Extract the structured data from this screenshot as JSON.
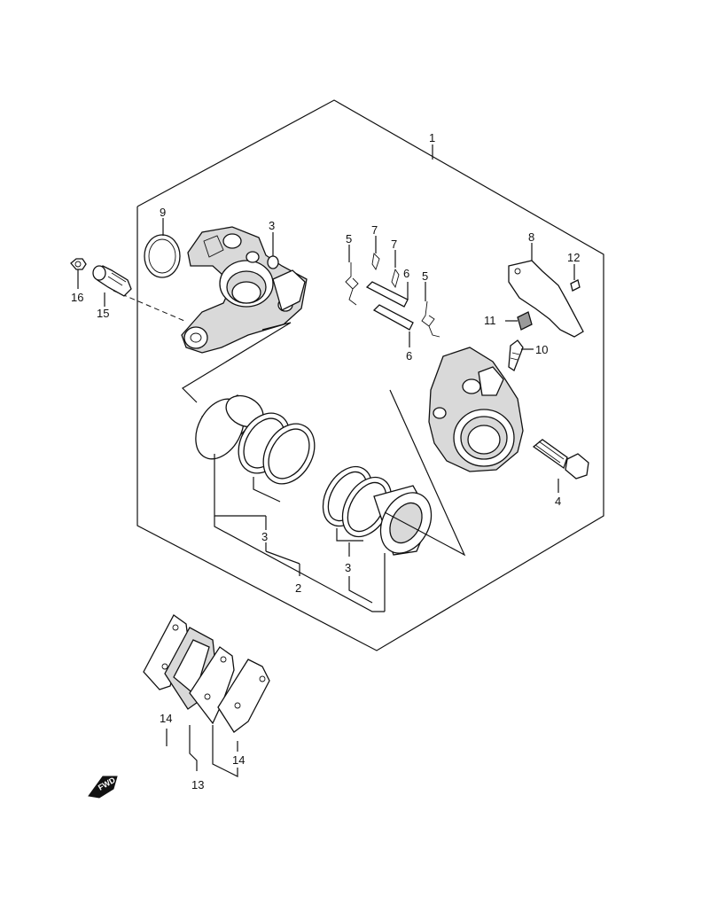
{
  "callouts": {
    "c1": "1",
    "c2": "2",
    "c3a": "3",
    "c3b": "3",
    "c3c": "3",
    "c4": "4",
    "c5a": "5",
    "c5b": "5",
    "c6a": "6",
    "c6b": "6",
    "c7a": "7",
    "c7b": "7",
    "c8": "8",
    "c9": "9",
    "c10": "10",
    "c11": "11",
    "c12": "12",
    "c13": "13",
    "c14a": "14",
    "c14b": "14",
    "c15": "15",
    "c16": "16"
  },
  "fwd_label": "FWD",
  "icons": {
    "fwd": "fwd-arrow-icon"
  }
}
